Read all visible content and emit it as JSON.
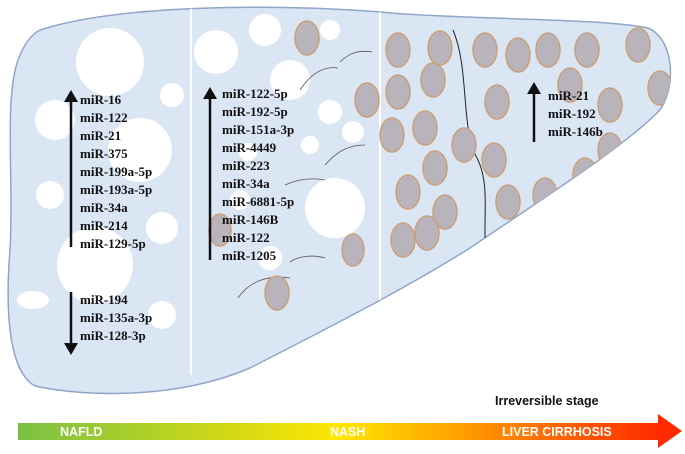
{
  "stage_note": "Irreversible stage",
  "progression_bar": {
    "labels": [
      "NAFLD",
      "NASH",
      "LIVER CIRRHOSIS"
    ],
    "colors": [
      "#7ac143",
      "#ffe600",
      "#ff2a00"
    ]
  },
  "colors": {
    "liver_fill": "#dbe6f5",
    "liver_stroke": "#8fa6c8",
    "fat_droplet": "#ffffff",
    "nodule_fill": "#b9b4bb",
    "nodule_stroke": "#c9a078"
  },
  "groups": {
    "nafld_up": {
      "direction": "up",
      "items": [
        "miR-16",
        "miR-122",
        "miR-21",
        "miR-375",
        "miR-199a-5p",
        "miR-193a-5p",
        "miR-34a",
        "miR-214",
        "miR-129-5p"
      ]
    },
    "nafld_down": {
      "direction": "down",
      "items": [
        "miR-194",
        "miR-135a-3p",
        "miR-128-3p"
      ]
    },
    "nash_up": {
      "direction": "up",
      "items": [
        "miR-122-5p",
        "miR-192-5p",
        "miR-151a-3p",
        "miR-4449",
        "miR-223",
        "miR-34a",
        "miR-6881-5p",
        "miR-146B",
        "miR-122",
        "miR-1205"
      ]
    },
    "cirrhosis_up": {
      "direction": "up",
      "items": [
        "miR-21",
        "miR-192",
        "miR-146b"
      ]
    }
  }
}
